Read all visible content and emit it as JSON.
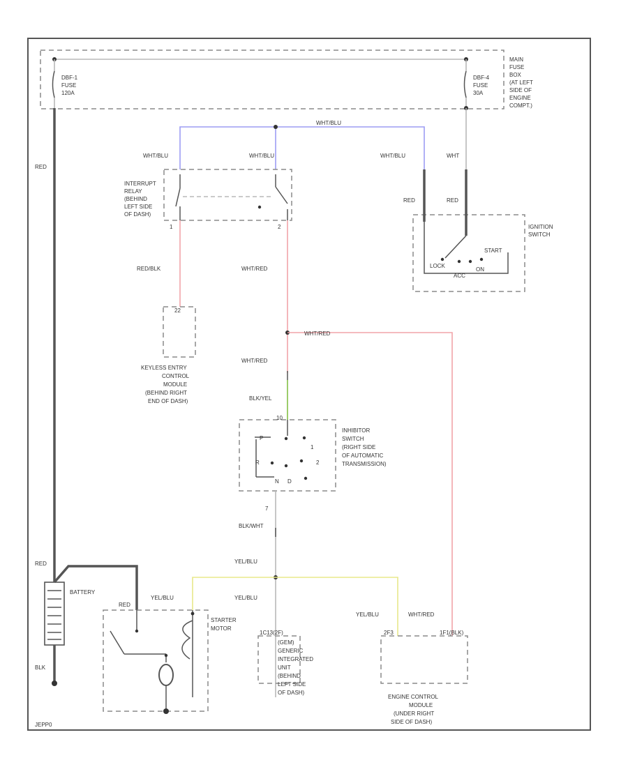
{
  "colors": {
    "wire_blue": "#9c9cf4",
    "wire_red": "#f2a3a8",
    "wire_yellow": "#e8e88a",
    "wire_green": "#9ccc6a",
    "wire_gray": "#b8b8b8",
    "wire_black": "#555555"
  },
  "labels": {
    "main_fuse_box": [
      "MAIN",
      "FUSE",
      "BOX",
      "(AT LEFT",
      "SIDE OF",
      "ENGINE",
      "COMPT.)"
    ],
    "fuse_left": [
      "DBF-1",
      "FUSE",
      "120A"
    ],
    "fuse_right": [
      "DBF-4",
      "FUSE",
      "30A"
    ],
    "wire_top_blu": "WHT/BLU",
    "wire_relay1": "WHT/BLU",
    "wire_relay2": "WHT/BLU",
    "wire_ign_blu": "WHT/BLU",
    "wire_wht": "WHT",
    "wire_left_red": "RED",
    "wire_ign_red1": "RED",
    "wire_ign_red2": "RED",
    "interrupt_relay": [
      "INTERRUPT",
      "RELAY",
      "(BEHIND",
      "LEFT SIDE",
      "OF DASH)"
    ],
    "relay_pin1": "1",
    "relay_pin2": "2",
    "ignition_switch": [
      "IGNITION",
      "SWITCH"
    ],
    "ign_lock": "LOCK",
    "ign_acc": "ACC",
    "ign_on": "ON",
    "ign_start": "START",
    "wire_redblk": "RED/BLK",
    "wire_whtred1": "WHT/RED",
    "keyless_pin": "22",
    "keyless_entry": [
      "KEYLESS ENTRY",
      "CONTROL",
      "MODULE",
      "(BEHIND RIGHT",
      "END OF DASH)"
    ],
    "wire_whtred_right": "WHT/RED",
    "wire_whtred2": "WHT/RED",
    "wire_blkyel": "BLK/YEL",
    "inhibitor_pin": "10",
    "inhibitor_positions": [
      "P",
      "R",
      "N",
      "D",
      "2",
      "1"
    ],
    "inhibitor_switch": [
      "INHIBITOR",
      "SWITCH",
      "(RIGHT SIDE",
      "OF AUTOMATIC",
      "TRANSMISSION)"
    ],
    "inhibitor_pin7": "7",
    "wire_blkwht": "BLK/WHT",
    "wire_yelblu1": "YEL/BLU",
    "wire_red_batt": "RED",
    "battery": "BATTERY",
    "wire_red_starter": "RED",
    "wire_yelblu2": "YEL/BLU",
    "wire_yelblu3": "YEL/BLU",
    "wire_yelblu4": "YEL/BLU",
    "wire_whtred3": "WHT/RED",
    "starter_motor": [
      "STARTER",
      "MOTOR"
    ],
    "gen_pin": "1C13(2F)",
    "gen_module": [
      "(GEM)",
      "GENERIC",
      "INTEGRATED",
      "UNIT",
      "(BEHIND",
      "LEFT SIDE",
      "OF DASH)"
    ],
    "ecm_pin_left": "2F3",
    "ecm_pin_right": "1F1(BLK)",
    "ecm": [
      "ENGINE CONTROL",
      "MODULE",
      "(UNDER RIGHT",
      "SIDE OF DASH)"
    ],
    "wire_blk_ground": "BLK",
    "footer_code": "JEPP0"
  }
}
